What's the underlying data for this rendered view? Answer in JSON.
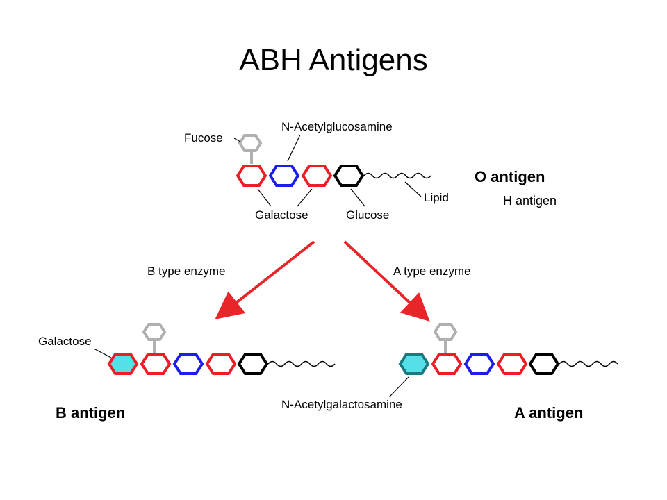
{
  "title": "ABH Antigens",
  "side_note": "H antigen",
  "labels": {
    "fucose": "Fucose",
    "n_acetylglucosamine": "N-Acetylglucosamine",
    "galactose_top": "Galactose",
    "glucose": "Glucose",
    "lipid": "Lipid",
    "o_antigen": "O antigen",
    "b_enzyme": "B type enzyme",
    "a_enzyme": "A type enzyme",
    "galactose_left": "Galactose",
    "n_acetylgalactosamine": "N-Acetylgalactosamine",
    "b_antigen": "B antigen",
    "a_antigen": "A antigen"
  },
  "colors": {
    "galactose": "#ee1c25",
    "glcnac": "#1c1cee",
    "glucose": "#000000",
    "fucose": "#b0b0b0",
    "terminal": "#55e0e8",
    "arrow": "#e8262a"
  }
}
